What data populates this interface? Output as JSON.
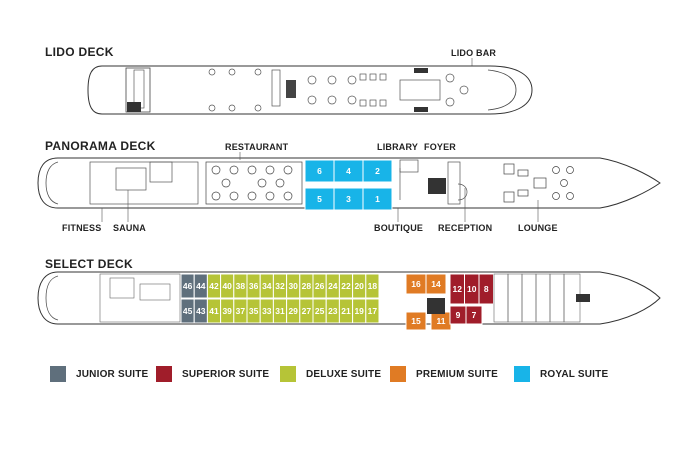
{
  "colors": {
    "junior": "#5f6f7c",
    "superior": "#a01d2a",
    "deluxe": "#b6c437",
    "premium": "#e07b24",
    "royal": "#18b4e8"
  },
  "lido": {
    "title": "LIDO DECK",
    "labels": {
      "lido_bar": "LIDO BAR"
    }
  },
  "panorama": {
    "title": "PANORAMA DECK",
    "labels": {
      "restaurant": "RESTAURANT",
      "library": "LIBRARY",
      "foyer": "FOYER",
      "fitness": "FITNESS",
      "sauna": "SAUNA",
      "boutique": "BOUTIQUE",
      "reception": "RECEPTION",
      "lounge": "LOUNGE"
    },
    "cabins": [
      {
        "num": "6",
        "type": "royal",
        "row": 0,
        "col": 0
      },
      {
        "num": "4",
        "type": "royal",
        "row": 0,
        "col": 1
      },
      {
        "num": "2",
        "type": "royal",
        "row": 0,
        "col": 2
      },
      {
        "num": "5",
        "type": "royal",
        "row": 1,
        "col": 0
      },
      {
        "num": "3",
        "type": "royal",
        "row": 1,
        "col": 1
      },
      {
        "num": "1",
        "type": "royal",
        "row": 1,
        "col": 2
      }
    ]
  },
  "select": {
    "title": "SELECT DECK",
    "cabins_top": [
      {
        "num": "46",
        "type": "junior"
      },
      {
        "num": "44",
        "type": "junior"
      },
      {
        "num": "42",
        "type": "deluxe"
      },
      {
        "num": "40",
        "type": "deluxe"
      },
      {
        "num": "38",
        "type": "deluxe"
      },
      {
        "num": "36",
        "type": "deluxe"
      },
      {
        "num": "34",
        "type": "deluxe"
      },
      {
        "num": "32",
        "type": "deluxe"
      },
      {
        "num": "30",
        "type": "deluxe"
      },
      {
        "num": "28",
        "type": "deluxe"
      },
      {
        "num": "26",
        "type": "deluxe"
      },
      {
        "num": "24",
        "type": "deluxe"
      },
      {
        "num": "22",
        "type": "deluxe"
      },
      {
        "num": "20",
        "type": "deluxe"
      },
      {
        "num": "18",
        "type": "deluxe"
      }
    ],
    "cabins_bottom": [
      {
        "num": "45",
        "type": "junior"
      },
      {
        "num": "43",
        "type": "junior"
      },
      {
        "num": "41",
        "type": "deluxe"
      },
      {
        "num": "39",
        "type": "deluxe"
      },
      {
        "num": "37",
        "type": "deluxe"
      },
      {
        "num": "35",
        "type": "deluxe"
      },
      {
        "num": "33",
        "type": "deluxe"
      },
      {
        "num": "31",
        "type": "deluxe"
      },
      {
        "num": "29",
        "type": "deluxe"
      },
      {
        "num": "27",
        "type": "deluxe"
      },
      {
        "num": "25",
        "type": "deluxe"
      },
      {
        "num": "23",
        "type": "deluxe"
      },
      {
        "num": "21",
        "type": "deluxe"
      },
      {
        "num": "19",
        "type": "deluxe"
      },
      {
        "num": "17",
        "type": "deluxe"
      }
    ],
    "premium_top": [
      {
        "num": "16"
      },
      {
        "num": "14"
      }
    ],
    "premium_bottom": [
      {
        "num": "15"
      },
      {
        "num": "11"
      }
    ],
    "superior_top": [
      {
        "num": "12"
      },
      {
        "num": "10"
      },
      {
        "num": "8"
      }
    ],
    "superior_bottom": [
      {
        "num": "9"
      },
      {
        "num": "7"
      }
    ]
  },
  "legend": {
    "items": [
      {
        "label": "JUNIOR SUITE",
        "type": "junior"
      },
      {
        "label": "SUPERIOR SUITE",
        "type": "superior"
      },
      {
        "label": "DELUXE SUITE",
        "type": "deluxe"
      },
      {
        "label": "PREMIUM SUITE",
        "type": "premium"
      },
      {
        "label": "ROYAL SUITE",
        "type": "royal"
      }
    ]
  }
}
